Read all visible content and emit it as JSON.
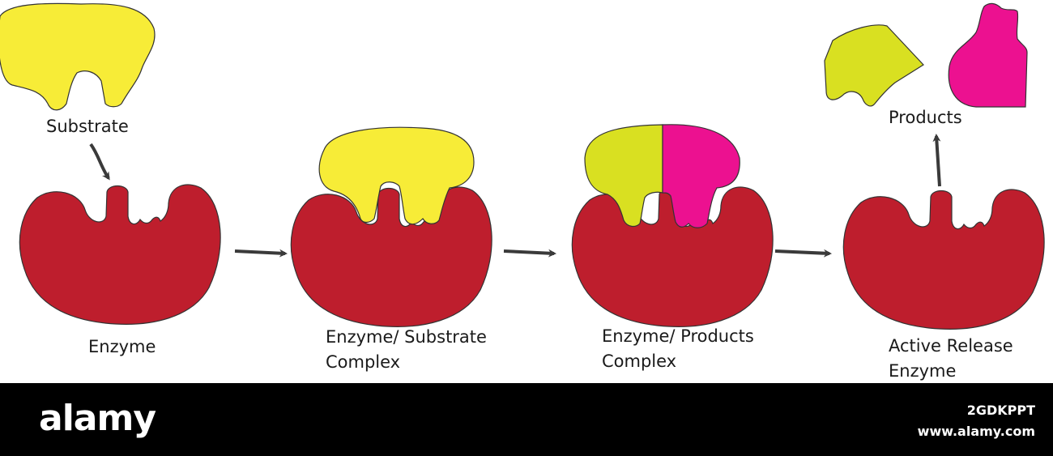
{
  "labels": {
    "substrate": "Substrate",
    "enzyme": "Enzyme",
    "es_complex_line1": "Enzyme/ Substrate",
    "es_complex_line2": "Complex",
    "ep_complex_line1": "Enzyme/ Products",
    "ep_complex_line2": "Complex",
    "products": "Products",
    "active_release_line1": "Active Release",
    "active_release_line2": "Enzyme"
  },
  "watermark": {
    "brand": "alamy",
    "image_id": "2GDKPPT",
    "site": "www.alamy.com"
  },
  "colors": {
    "enzyme": "#be1e2d",
    "substrate": "#f7ec37",
    "product_green": "#d9e021",
    "product_magenta": "#ec1190",
    "arrow": "#3a3a3a",
    "footer": "#000000"
  }
}
